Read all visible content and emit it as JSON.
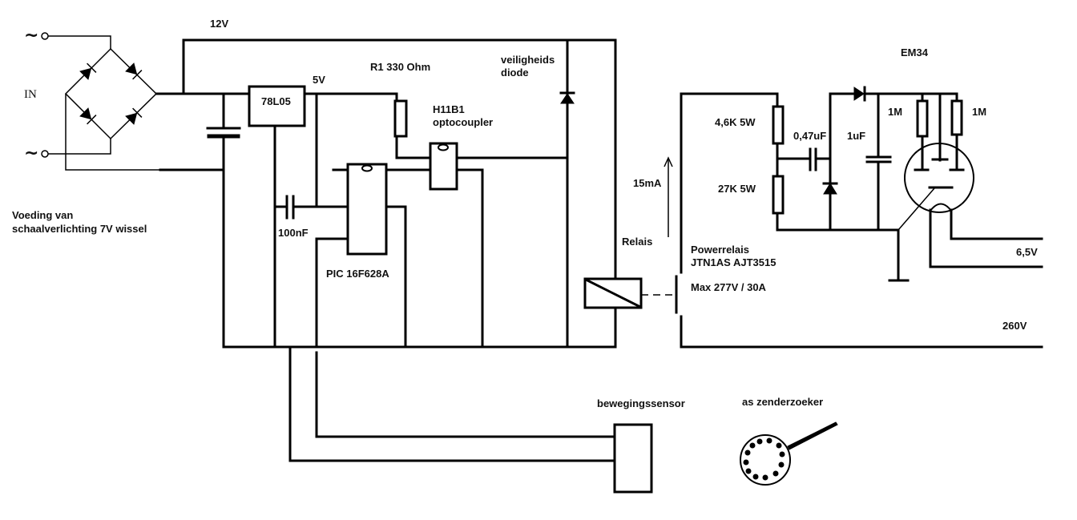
{
  "diagram": {
    "type": "circuit-schematic",
    "colors": {
      "ink": "#000000",
      "background": "#ffffff"
    },
    "labels": {
      "supply_12v": "12V",
      "input": "IN",
      "ac_symbol": "~",
      "supply_note_line1": "Voeding van",
      "supply_note_line2": "schaalverlichting 7V wissel",
      "regulator": "78L05",
      "supply_5v": "5V",
      "r1": "R1 330 Ohm",
      "opto_line1": "H11B1",
      "opto_line2": "optocoupler",
      "safety_diode_line1": "veiligheids",
      "safety_diode_line2": "diode",
      "decoupling_cap": "100nF",
      "mcu": "PIC 16F628A",
      "relay_current": "15mA",
      "relay": "Relais",
      "power_relay_line1": "Powerrelais",
      "power_relay_line2": "JTN1AS AJT3515",
      "power_relay_rating": "Max 277V / 30A",
      "r_top": "4,6K 5W",
      "r_bottom": "27K 5W",
      "cap_047": "0,47uF",
      "cap_1u": "1uF",
      "r_1m_left": "1M",
      "r_1m_right": "1M",
      "tube": "EM34",
      "heater_voltage": "6,5V",
      "hv_supply": "260V",
      "motion_sensor": "bewegingssensor",
      "tuning_knob": "as zenderzoeker"
    }
  }
}
